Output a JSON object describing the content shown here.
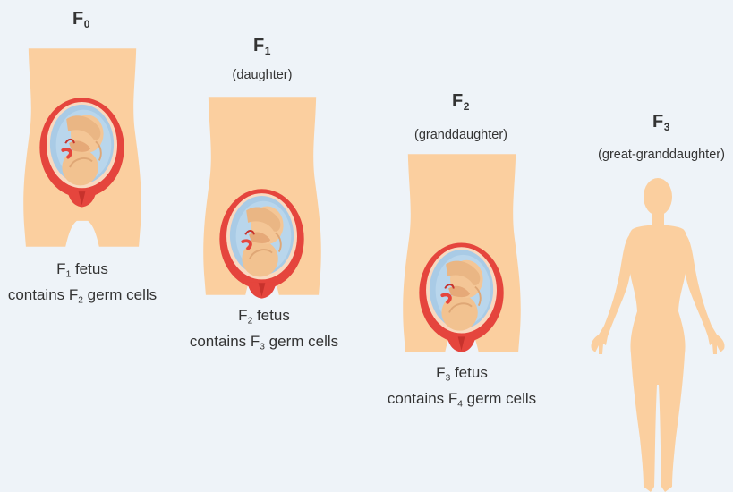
{
  "colors": {
    "skin": "#fbcf9f",
    "uterus": "#e5453d",
    "sac": "#a9cbe6",
    "fetus": "#f2c290",
    "background": "#eef3f8"
  },
  "generations": [
    {
      "id": "F0",
      "letter": "F",
      "sub": "0",
      "relation": "",
      "caption_line1": {
        "letter": "F",
        "sub": "1",
        "rest": " fetus"
      },
      "caption_line2": {
        "prefix": "contains F",
        "sub": "2",
        "rest": " germ cells"
      }
    },
    {
      "id": "F1",
      "letter": "F",
      "sub": "1",
      "relation": "(daughter)",
      "caption_line1": {
        "letter": "F",
        "sub": "2",
        "rest": " fetus"
      },
      "caption_line2": {
        "prefix": "contains F",
        "sub": "3",
        "rest": " germ cells"
      }
    },
    {
      "id": "F2",
      "letter": "F",
      "sub": "2",
      "relation": "(granddaughter)",
      "caption_line1": {
        "letter": "F",
        "sub": "3",
        "rest": " fetus"
      },
      "caption_line2": {
        "prefix": "contains F",
        "sub": "4",
        "rest": " germ cells"
      }
    },
    {
      "id": "F3",
      "letter": "F",
      "sub": "3",
      "relation": "(great-granddaughter)"
    }
  ]
}
